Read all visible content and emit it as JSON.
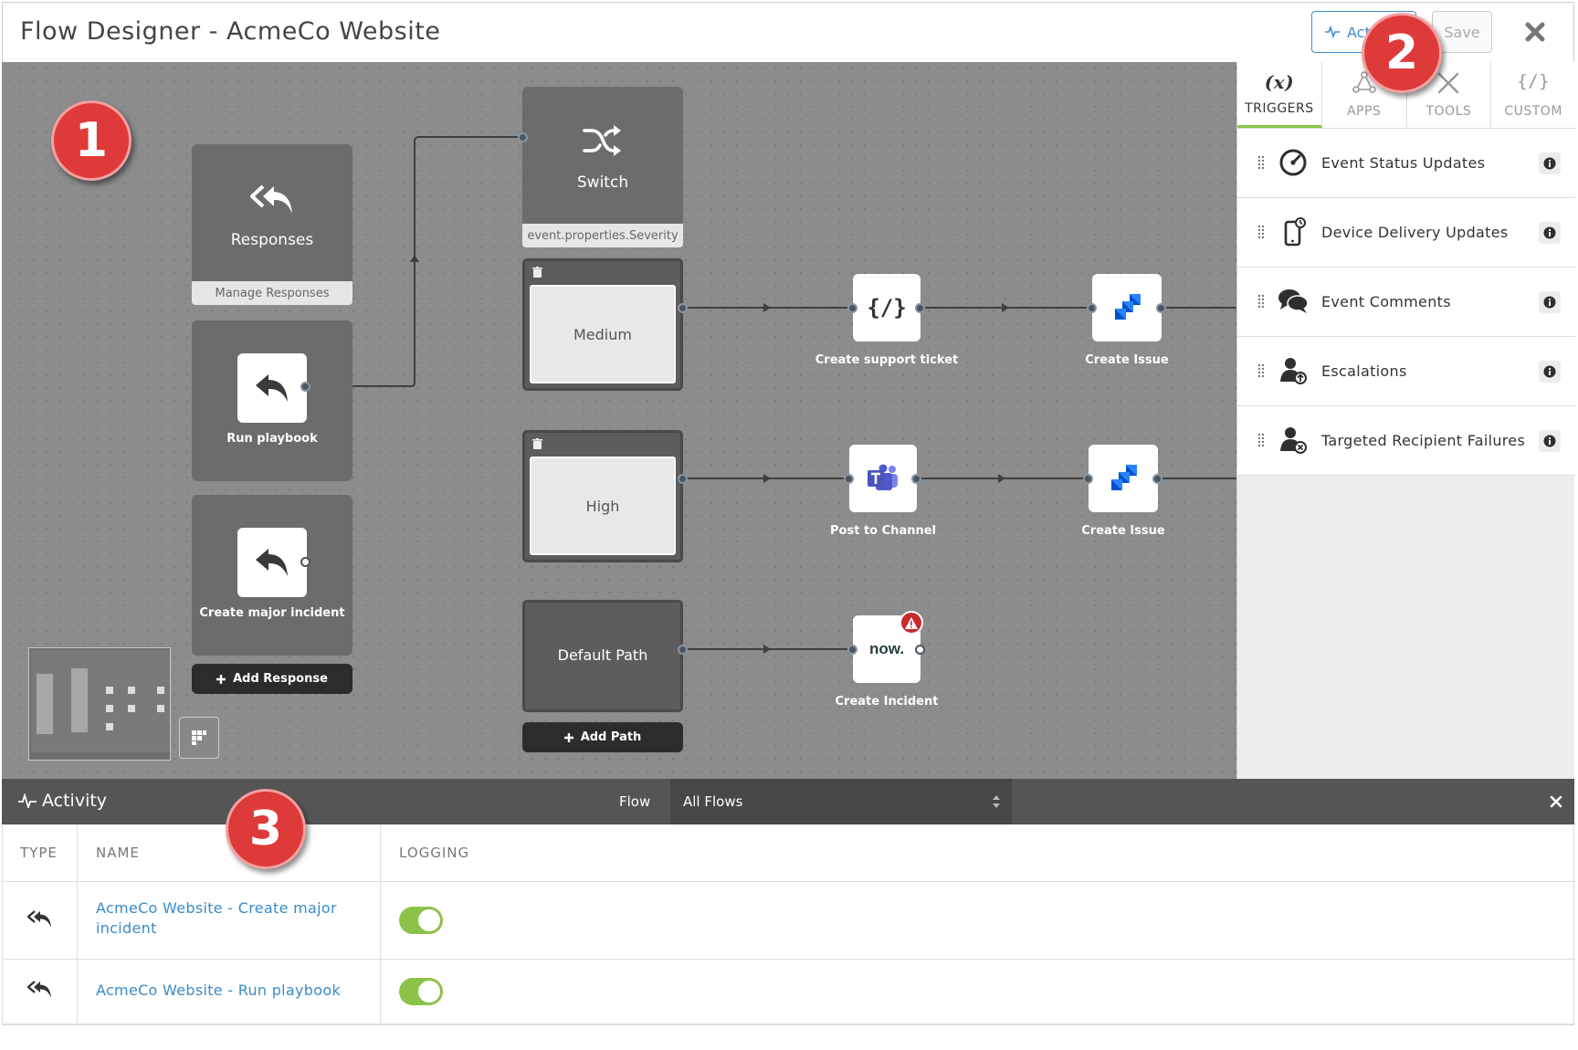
{
  "header": {
    "title": "Flow Designer - AcmeCo Website",
    "activity_label": "Acti",
    "save_label": "Save"
  },
  "badges": [
    "1",
    "2",
    "3"
  ],
  "canvas": {
    "responses": {
      "title": "Responses",
      "footer": "Manage Responses"
    },
    "run_playbook": "Run playbook",
    "create_major_incident": "Create major incident",
    "add_response": "Add Response",
    "switch": {
      "title": "Switch",
      "footer": "event.properties.Severity"
    },
    "paths": [
      "Medium",
      "High",
      "Default Path"
    ],
    "add_path": "Add Path",
    "steps": {
      "create_support_ticket": "Create support ticket",
      "create_issue_1": "Create Issue",
      "post_to_channel": "Post to Channel",
      "create_issue_2": "Create Issue",
      "create_incident": "Create Incident",
      "now_logo": "now."
    }
  },
  "panel": {
    "tabs": [
      {
        "label": "TRIGGERS",
        "icon": "(x)"
      },
      {
        "label": "APPS",
        "icon": "apps-icon"
      },
      {
        "label": "TOOLS",
        "icon": "tools-icon"
      },
      {
        "label": "CUSTOM",
        "icon": "{/}"
      }
    ],
    "triggers": [
      {
        "label": "Event Status Updates",
        "icon": "gauge-icon"
      },
      {
        "label": "Device Delivery Updates",
        "icon": "phone-icon"
      },
      {
        "label": "Event Comments",
        "icon": "comments-icon"
      },
      {
        "label": "Escalations",
        "icon": "user-up-icon"
      },
      {
        "label": "Targeted Recipient Failures",
        "icon": "user-x-icon"
      }
    ]
  },
  "activity": {
    "title": "Activity",
    "flow_label": "Flow",
    "flow_selected": "All Flows",
    "columns": [
      "TYPE",
      "NAME",
      "LOGGING"
    ],
    "rows": [
      {
        "name": "AcmeCo Website - Create major incident",
        "logging": true
      },
      {
        "name": "AcmeCo Website - Run playbook",
        "logging": true
      }
    ]
  },
  "colors": {
    "canvas_bg": "#8c8c8c",
    "node_bg": "#6c6c6c",
    "accent_blue": "#3b8fd0",
    "toggle_green": "#8bc34a",
    "badge_red": "#de3a3a",
    "jira_blue": "#2684ff"
  }
}
